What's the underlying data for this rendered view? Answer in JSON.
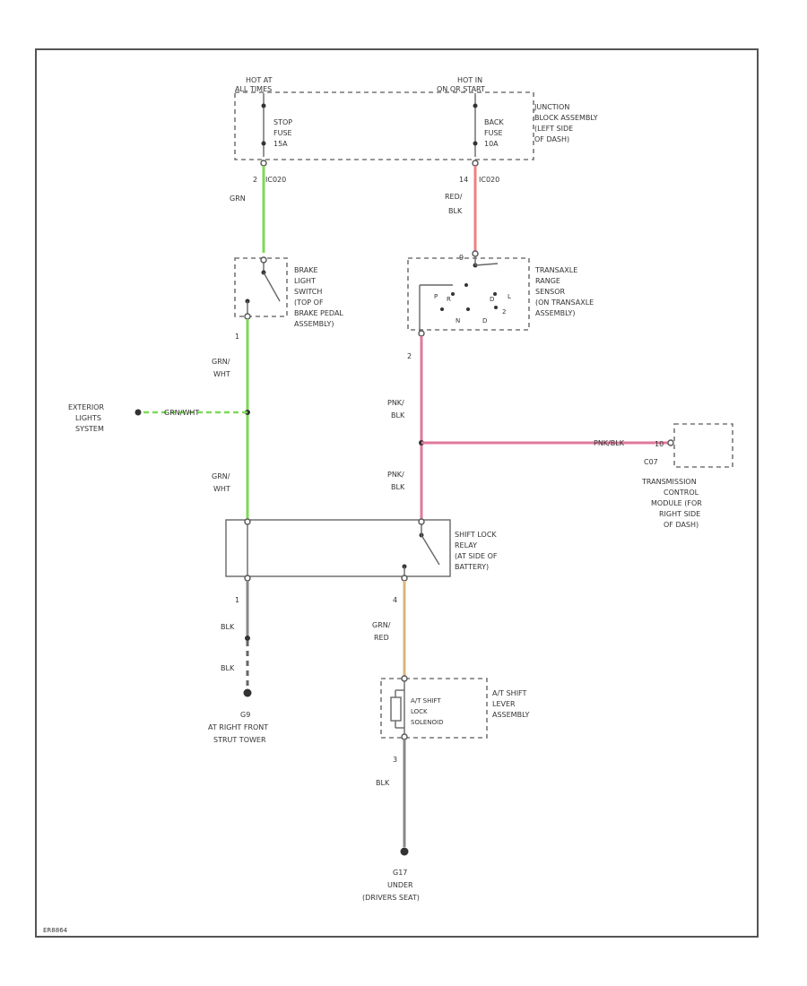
{
  "fuse_box": {
    "left_power": [
      "HOT AT",
      "ALL TIMES"
    ],
    "right_power": [
      "HOT IN",
      "ON OR START"
    ],
    "stop_fuse": [
      "STOP",
      "FUSE",
      "15A"
    ],
    "back_fuse": [
      "BACK",
      "FUSE",
      "10A"
    ],
    "junction_label": [
      "JUNCTION",
      "BLOCK ASSEMBLY",
      "(LEFT SIDE",
      "OF DASH)"
    ],
    "left_pin": "2",
    "left_connector": "IC020",
    "right_pin": "14",
    "right_connector": "IC020"
  },
  "wires": {
    "grn_top": "GRN",
    "red_blk": [
      "RED/",
      "BLK"
    ],
    "grn_wht_1": [
      "GRN/",
      "WHT"
    ],
    "grn_wht_2": [
      "GRN/",
      "WHT"
    ],
    "grn_wht_ext": "GRN/WHT",
    "pnk_blk_1": [
      "PNK/",
      "BLK"
    ],
    "pnk_blk_2": [
      "PNK/",
      "BLK"
    ],
    "pnk_blk_tcm": "PNK/BLK",
    "grn_red": [
      "GRN/",
      "RED"
    ],
    "blk_1": "BLK",
    "blk_2": "BLK",
    "blk_3": "BLK"
  },
  "brake_switch": {
    "label": [
      "BRAKE",
      "LIGHT",
      "SWITCH",
      "(TOP OF",
      "BRAKE PEDAL",
      "ASSEMBLY)"
    ],
    "pin_out": "1"
  },
  "transaxle_sensor": {
    "label": [
      "TRANSAXLE",
      "RANGE",
      "SENSOR",
      "(ON TRANSAXLE",
      "ASSEMBLY)"
    ],
    "pin_in": "9",
    "pin_out": "2",
    "positions": [
      "P",
      "R",
      "N",
      "D",
      "L",
      "2",
      "D"
    ]
  },
  "exterior_lights": {
    "label": [
      "EXTERIOR",
      "LIGHTS",
      "SYSTEM"
    ]
  },
  "tcm": {
    "label": [
      "TRANSMISSION",
      "CONTROL",
      "MODULE (FOR",
      "RIGHT SIDE",
      "OF DASH)"
    ],
    "pin": "10",
    "connector": "C07"
  },
  "shift_lock_relay": {
    "label": [
      "SHIFT LOCK",
      "RELAY",
      "(AT SIDE OF",
      "BATTERY)"
    ],
    "pin_left": "1",
    "pin_right": "4"
  },
  "shift_solenoid": {
    "label": [
      "A/T SHIFT",
      "LEVER",
      "ASSEMBLY"
    ],
    "inner_label": [
      "A/T SHIFT",
      "LOCK",
      "SOLENOID"
    ],
    "pin_out": "3"
  },
  "ground_1": {
    "label": [
      "G9",
      "AT RIGHT FRONT",
      "STRUT TOWER"
    ]
  },
  "ground_2": {
    "label": [
      "G17",
      "UNDER",
      "(DRIVERS SEAT)"
    ]
  },
  "footer": "ER8864"
}
